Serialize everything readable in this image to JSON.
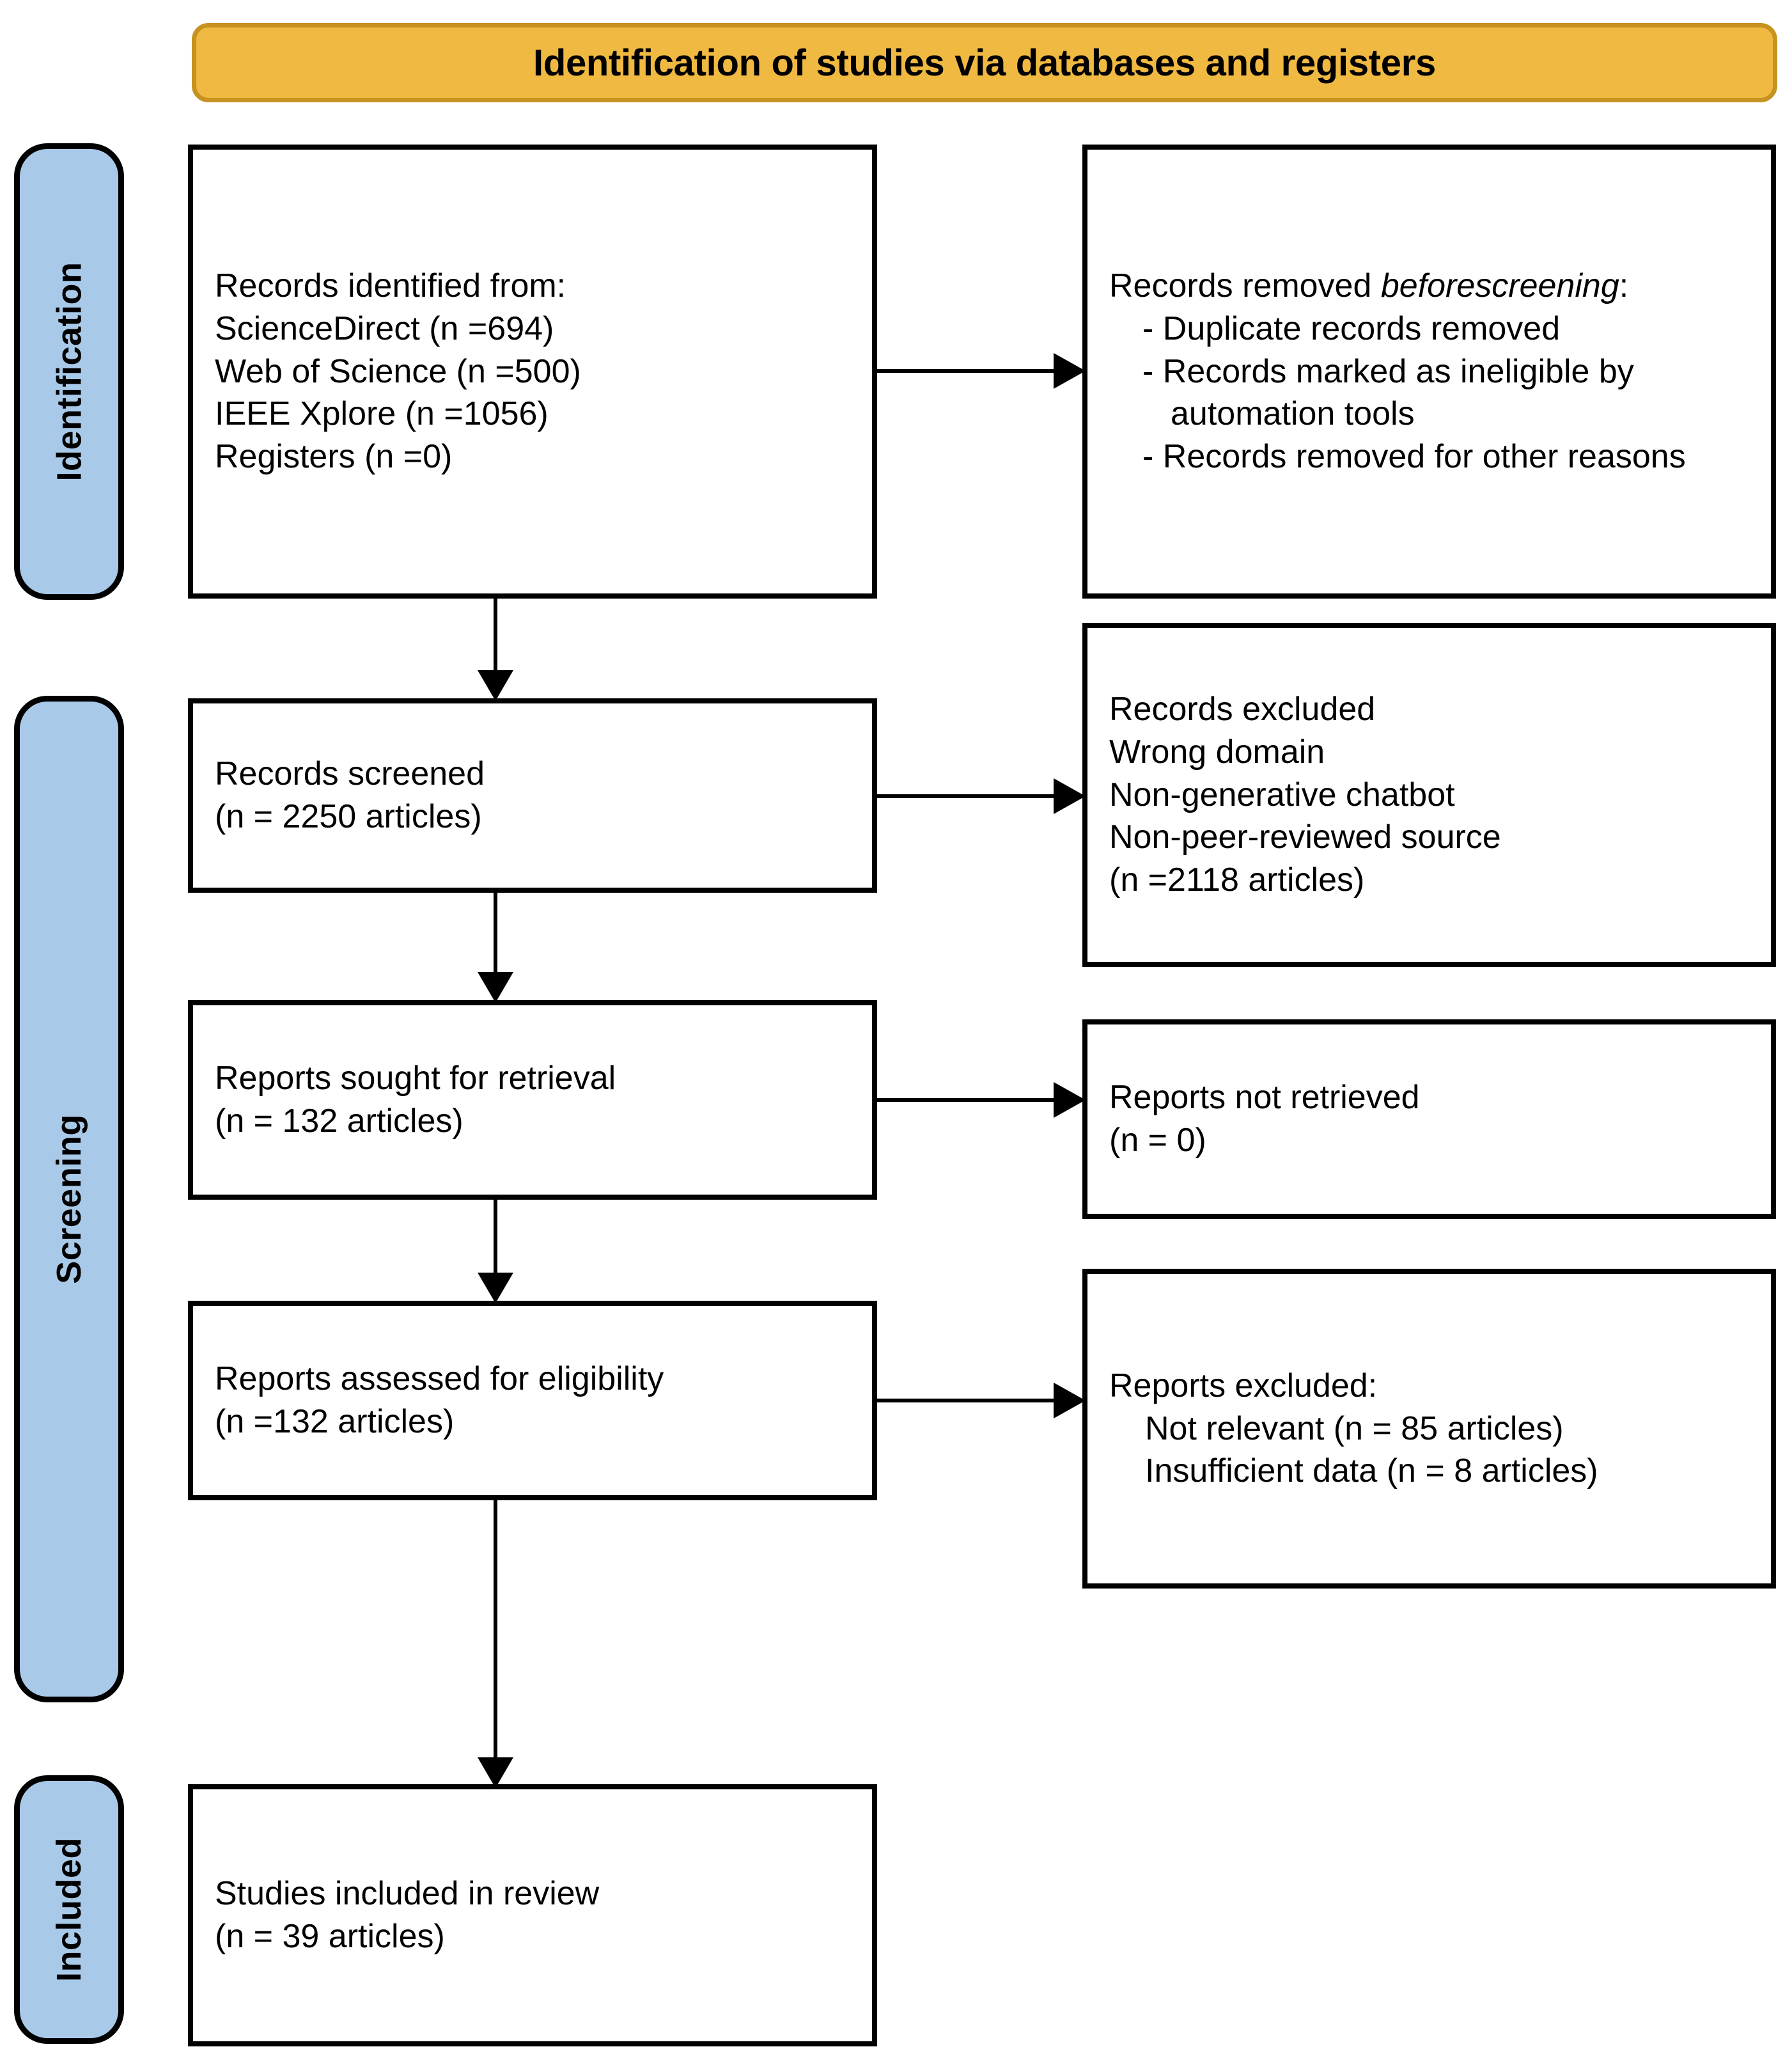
{
  "header": {
    "title": "Identification of studies via databases and registers",
    "fill_color": "#F0B942",
    "border_color": "#C7921F"
  },
  "stages": [
    {
      "id": "identification",
      "label": "Identification",
      "fill_color": "#A9C9E8"
    },
    {
      "id": "screening",
      "label": "Screening",
      "fill_color": "#A9C9E8"
    },
    {
      "id": "included",
      "label": "Included",
      "fill_color": "#A9C9E8"
    }
  ],
  "boxes": {
    "identified": {
      "line1": "Records identified from:",
      "line2": "ScienceDirect (n =694)",
      "line3": "Web of Science (n =500)",
      "line4": "IEEE Xplore (n =1056)",
      "line5": "Registers (n =0)"
    },
    "removed": {
      "line1_a": "Records removed ",
      "line1_b": "before",
      "line2_a": "screening",
      "line2_b": ":",
      "bullet1": "- Duplicate records removed",
      "bullet2": "- Records marked as ineligible by automation tools",
      "bullet3": "- Records removed for other reasons"
    },
    "screened": {
      "line1": "Records screened",
      "line2": "(n = 2250 articles)"
    },
    "records_excluded": {
      "line1": "Records excluded",
      "line2": "Wrong domain",
      "line3": "Non-generative chatbot",
      "line4": "Non-peer-reviewed source",
      "line5": "(n =2118 articles)"
    },
    "sought": {
      "line1": "Reports sought for retrieval",
      "line2": "(n = 132 articles)"
    },
    "not_retrieved": {
      "line1": "Reports not retrieved",
      "line2": "(n = 0)"
    },
    "assessed": {
      "line1": "Reports assessed for eligibility",
      "line2": "(n =132 articles)"
    },
    "reports_excluded": {
      "line1": "Reports excluded:",
      "line2": "Not relevant (n = 85 articles)",
      "line3": "Insufficient data (n = 8 articles)"
    },
    "included": {
      "line1": "Studies included in review",
      "line2": "(n = 39 articles)"
    }
  },
  "chart_data": {
    "type": "diagram",
    "title": "Identification of studies via databases and registers",
    "nodes": [
      {
        "id": "identified",
        "stage": "Identification",
        "label": "Records identified from",
        "counts": {
          "ScienceDirect": 694,
          "Web of Science": 500,
          "IEEE Xplore": 1056,
          "Registers": 0
        }
      },
      {
        "id": "removed",
        "stage": "Identification",
        "label": "Records removed before screening",
        "counts": {}
      },
      {
        "id": "screened",
        "stage": "Screening",
        "label": "Records screened",
        "n": 2250
      },
      {
        "id": "records_excluded",
        "stage": "Screening",
        "label": "Records excluded",
        "n": 2118
      },
      {
        "id": "sought",
        "stage": "Screening",
        "label": "Reports sought for retrieval",
        "n": 132
      },
      {
        "id": "not_retrieved",
        "stage": "Screening",
        "label": "Reports not retrieved",
        "n": 0
      },
      {
        "id": "assessed",
        "stage": "Screening",
        "label": "Reports assessed for eligibility",
        "n": 132
      },
      {
        "id": "reports_excluded",
        "stage": "Screening",
        "label": "Reports excluded",
        "counts": {
          "Not relevant": 85,
          "Insufficient data": 8
        }
      },
      {
        "id": "included",
        "stage": "Included",
        "label": "Studies included in review",
        "n": 39
      }
    ],
    "edges": [
      {
        "from": "identified",
        "to": "removed",
        "direction": "right"
      },
      {
        "from": "identified",
        "to": "screened",
        "direction": "down"
      },
      {
        "from": "screened",
        "to": "records_excluded",
        "direction": "right"
      },
      {
        "from": "screened",
        "to": "sought",
        "direction": "down"
      },
      {
        "from": "sought",
        "to": "not_retrieved",
        "direction": "right"
      },
      {
        "from": "sought",
        "to": "assessed",
        "direction": "down"
      },
      {
        "from": "assessed",
        "to": "reports_excluded",
        "direction": "right"
      },
      {
        "from": "assessed",
        "to": "included",
        "direction": "down"
      }
    ]
  }
}
